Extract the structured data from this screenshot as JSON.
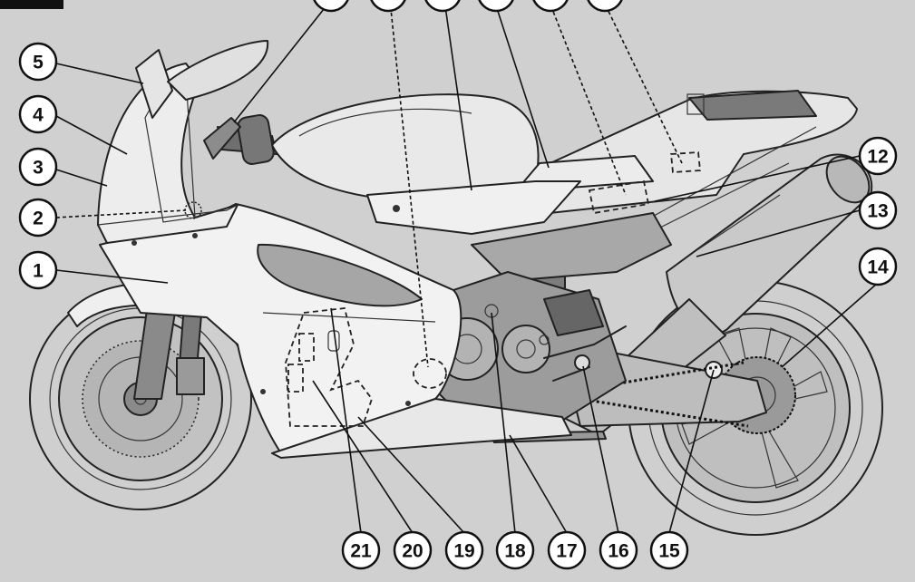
{
  "diagram": {
    "colors": {
      "background": "#d0d0d0",
      "fairing_light": "#f2f2f2",
      "body_mid": "#bdbdbd",
      "dark_parts": "#7a7a7a",
      "tire": "#cfcfcf",
      "outline": "#111111",
      "callout_fill": "#ffffff"
    },
    "callouts": [
      {
        "id": "c1",
        "label": "1"
      },
      {
        "id": "c2",
        "label": "2"
      },
      {
        "id": "c3",
        "label": "3"
      },
      {
        "id": "c4",
        "label": "4"
      },
      {
        "id": "c5",
        "label": "5"
      },
      {
        "id": "c12",
        "label": "12"
      },
      {
        "id": "c13",
        "label": "13"
      },
      {
        "id": "c14",
        "label": "14"
      },
      {
        "id": "c15",
        "label": "15"
      },
      {
        "id": "c16",
        "label": "16"
      },
      {
        "id": "c17",
        "label": "17"
      },
      {
        "id": "c18",
        "label": "18"
      },
      {
        "id": "c19",
        "label": "19"
      },
      {
        "id": "c20",
        "label": "20"
      },
      {
        "id": "c21",
        "label": "21"
      }
    ]
  }
}
